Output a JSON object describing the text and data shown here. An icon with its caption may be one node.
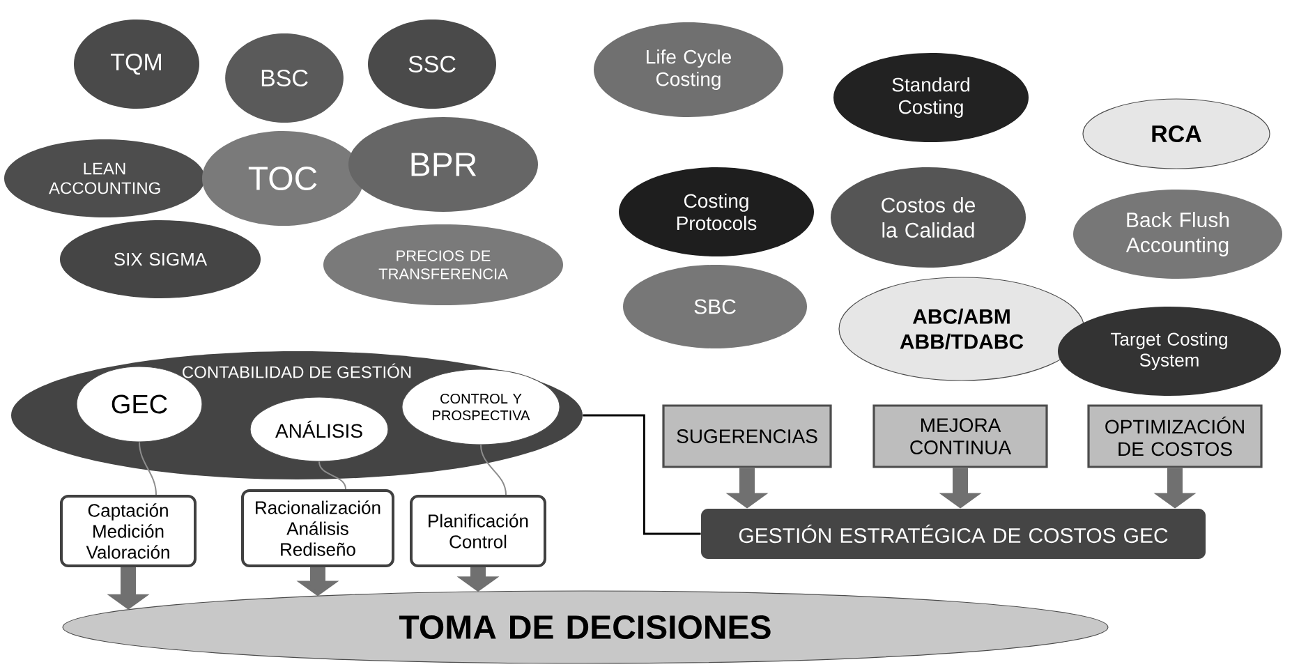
{
  "diagram": {
    "nodes": [
      {
        "text": [
          "TQM"
        ]
      },
      {
        "text": [
          "BSC"
        ]
      },
      {
        "text": [
          "SSC"
        ]
      },
      {
        "text": [
          "LEAN ACCOUNTING"
        ]
      },
      {
        "text": [
          "TOC"
        ]
      },
      {
        "text": [
          "BPR"
        ]
      },
      {
        "text": [
          "SIX SIGMA"
        ]
      },
      {
        "text": [
          "PRECIOS DE TRANSFERENCIA"
        ]
      },
      {
        "text": [
          "Life Cycle Costing"
        ]
      },
      {
        "text": [
          "Standard Costing"
        ]
      },
      {
        "text": [
          "RCA"
        ]
      },
      {
        "text": [
          "Costing Protocols"
        ]
      },
      {
        "text": [
          "Costos de la Calidad"
        ]
      },
      {
        "text": [
          "Back Flush Accounting"
        ]
      },
      {
        "text": [
          "SBC"
        ]
      },
      {
        "text": [
          "ABC/ABM ABB/TDABC"
        ]
      },
      {
        "text": [
          "Target Costing System"
        ]
      },
      {
        "text": [
          "CONTABILIDAD DE GESTIÓN"
        ]
      },
      {
        "text": [
          "GEC"
        ],
        "in": 17
      },
      {
        "text": [
          "ANÁLISIS"
        ],
        "in": 17
      },
      {
        "text": [
          "CONTROL Y PROSPECTIVA"
        ],
        "in": 17
      },
      {
        "text": [
          "Captación Medición Valoración"
        ]
      },
      {
        "text": [
          "Racionalización Análisis Rediseño"
        ]
      },
      {
        "text": [
          "Planificación Control"
        ]
      },
      {
        "text": [
          "TOMA DE DECISIONES"
        ]
      },
      {
        "text": [
          "SUGERENCIAS"
        ]
      },
      {
        "text": [
          "MEJORA CONTINUA"
        ]
      },
      {
        "text": [
          "OPTIMIZACIÓN DE COSTOS"
        ]
      },
      {
        "text": [
          "GESTIÓN ESTRATÉGICA DE COSTOS GEC"
        ]
      }
    ],
    "edges": [
      {
        "from": 18,
        "to": 21,
        "arrow": "none"
      },
      {
        "from": 19,
        "to": 22,
        "arrow": "none"
      },
      {
        "from": 20,
        "to": 23,
        "arrow": "none"
      },
      {
        "from": 21,
        "to": 24,
        "arrow": "to"
      },
      {
        "from": 22,
        "to": 24,
        "arrow": "to"
      },
      {
        "from": 23,
        "to": 24,
        "arrow": "to"
      },
      {
        "from": 25,
        "to": 28,
        "arrow": "to"
      },
      {
        "from": 26,
        "to": 28,
        "arrow": "to"
      },
      {
        "from": 27,
        "to": 28,
        "arrow": "to"
      },
      {
        "from": 17,
        "to": 28,
        "arrow": "none",
        "color": "#000000"
      }
    ]
  }
}
